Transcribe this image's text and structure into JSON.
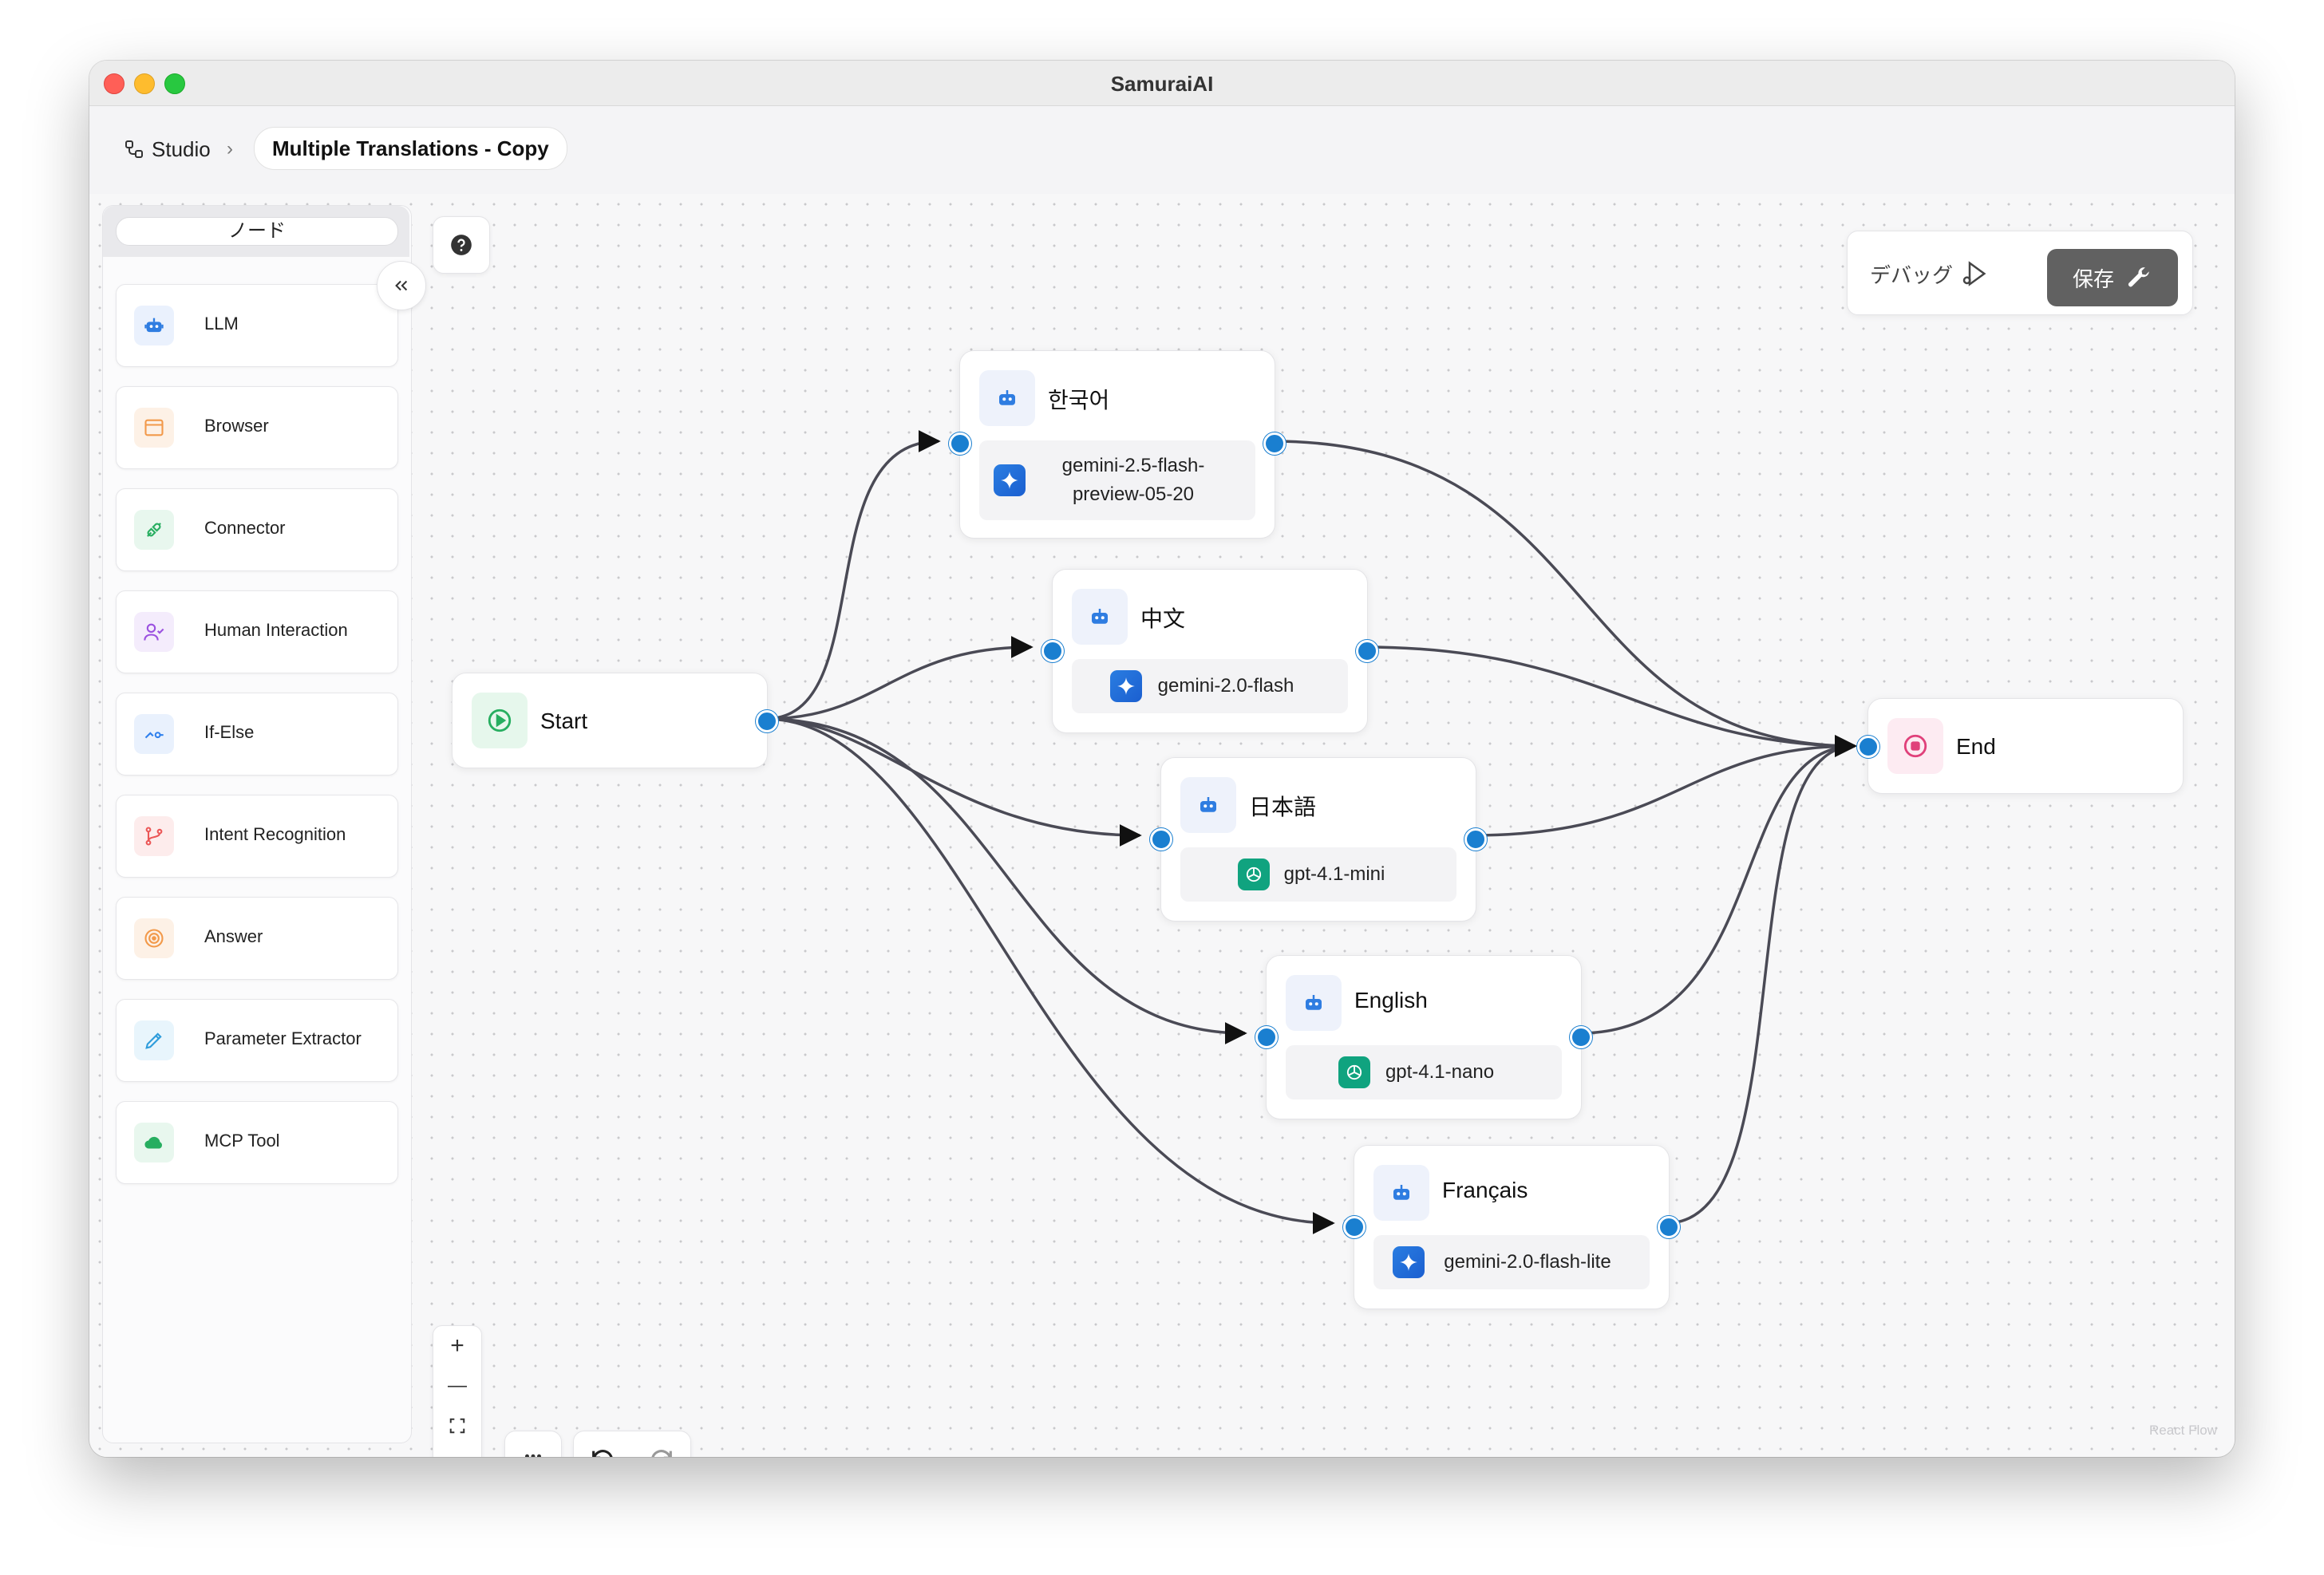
{
  "window": {
    "title": "SamuraiAI"
  },
  "breadcrumb": {
    "root": "Studio",
    "separator": "›",
    "current": "Multiple Translations - Copy"
  },
  "sidebar": {
    "tab_label": "ノード",
    "items": [
      {
        "label": "LLM",
        "icon": "robot-icon",
        "color": "#2f7de1"
      },
      {
        "label": "Browser",
        "icon": "browser-window-icon",
        "color": "#f2994a"
      },
      {
        "label": "Connector",
        "icon": "plug-icon",
        "color": "#27ae60"
      },
      {
        "label": "Human Interaction",
        "icon": "user-check-icon",
        "color": "#9b51e0"
      },
      {
        "label": "If-Else",
        "icon": "branch-toggle-icon",
        "color": "#2f80ed"
      },
      {
        "label": "Intent Recognition",
        "icon": "git-branch-icon",
        "color": "#eb5757"
      },
      {
        "label": "Answer",
        "icon": "target-icon",
        "color": "#f2994a"
      },
      {
        "label": "Parameter Extractor",
        "icon": "pen-icon",
        "color": "#2d9cdb"
      },
      {
        "label": "MCP Tool",
        "icon": "cloud-icon",
        "color": "#27ae60"
      }
    ]
  },
  "toolbar": {
    "debug_label": "デバッグ",
    "save_label": "保存"
  },
  "flow": {
    "start": {
      "label": "Start"
    },
    "end": {
      "label": "End"
    },
    "nodes": [
      {
        "title": "한국어",
        "model_line1": "gemini-2.5-flash-",
        "model_line2": "preview-05-20",
        "provider": "gemini"
      },
      {
        "title": "中文",
        "model": "gemini-2.0-flash",
        "provider": "gemini"
      },
      {
        "title": "日本語",
        "model": "gpt-4.1-mini",
        "provider": "openai"
      },
      {
        "title": "English",
        "model": "gpt-4.1-nano",
        "provider": "openai"
      },
      {
        "title": "Français",
        "model": "gemini-2.0-flash-lite",
        "provider": "gemini"
      }
    ]
  },
  "controls": {
    "zoom_in": "+",
    "zoom_out": "—"
  },
  "attribution": "React Flow",
  "colors": {
    "handle": "#1a7fd0",
    "edge": "#4a4a55",
    "save_bg": "#616161"
  }
}
